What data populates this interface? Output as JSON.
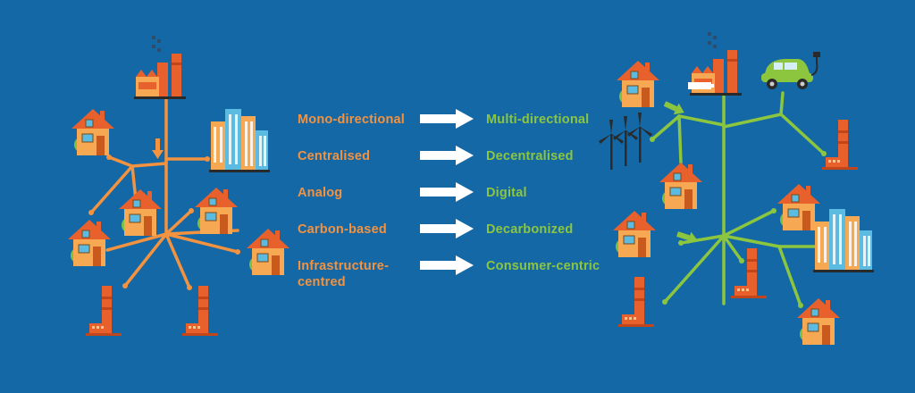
{
  "transitions": [
    {
      "from": "Mono-directional",
      "to": "Multi-directional"
    },
    {
      "from": "Centralised",
      "to": "Decentralised"
    },
    {
      "from": "Analog",
      "to": "Digital"
    },
    {
      "from": "Carbon-based",
      "to": "Decarbonized"
    },
    {
      "from": "Infrastructure-centred",
      "to": "Consumer-centric"
    }
  ],
  "colors": {
    "background": "#1468a6",
    "old_grid": "#f3923f",
    "new_grid": "#8cc63f",
    "arrow": "#ffffff",
    "house_body": "#f7a852",
    "roof": "#e8612c",
    "factory": "#e8612c",
    "tree": "#7cc242",
    "car": "#8cc63f"
  },
  "icons": {
    "house": "house-icon",
    "factory": "factory-icon",
    "office": "office-buildings-icon",
    "wind": "wind-turbine-icon",
    "car": "electric-car-icon",
    "battery": "battery-icon",
    "flow": "flow-arrow-icon"
  }
}
